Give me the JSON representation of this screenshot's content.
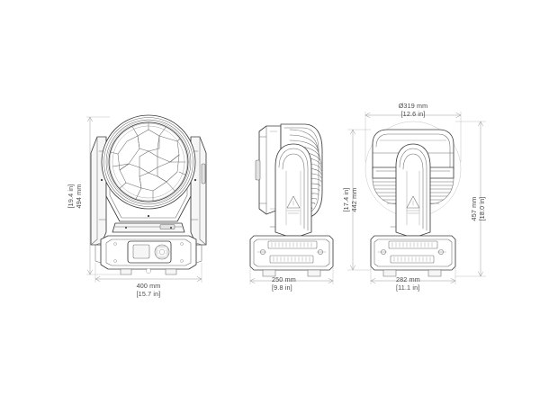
{
  "document": {
    "type": "technical-dimension-drawing",
    "subject": "moving head stage light fixture",
    "background_color": "#ffffff",
    "line_color": "#3c3c3c",
    "dimension_color": "#9b9b9b",
    "text_color": "#4a4a4a"
  },
  "views": {
    "front": {
      "name": "front-view",
      "dimensions": {
        "height": {
          "mm": "494 mm",
          "inch": "[19.4 in]"
        },
        "width": {
          "mm": "400 mm",
          "inch": "[15.7 in]"
        }
      }
    },
    "side": {
      "name": "side-view",
      "dimensions": {
        "depth": {
          "mm": "250 mm",
          "inch": "[9.8 in]"
        }
      }
    },
    "rear": {
      "name": "rear-view",
      "dimensions": {
        "diameter": {
          "mm": "Ø319 mm",
          "inch": "[12.6 in]"
        },
        "height_inner": {
          "mm": "442 mm",
          "inch": "[17.4 in]"
        },
        "height_outer": {
          "mm": "457 mm",
          "inch": "[18.0 in]"
        },
        "width": {
          "mm": "282 mm",
          "inch": "[11.1 in]"
        }
      }
    }
  },
  "labels": {
    "front_height_mm": "494 mm",
    "front_height_in": "[19.4 in]",
    "front_width_mm": "400 mm",
    "front_width_in": "[15.7 in]",
    "side_depth_mm": "250 mm",
    "side_depth_in": "[9.8 in]",
    "rear_diameter_mm": "Ø319 mm",
    "rear_diameter_in": "[12.6 in]",
    "rear_height_inner_mm": "442 mm",
    "rear_height_inner_in": "[17.4 in]",
    "rear_height_outer_mm": "457 mm",
    "rear_height_outer_in": "[18.0 in]",
    "rear_width_mm": "282 mm",
    "rear_width_in": "[11.1 in]"
  }
}
